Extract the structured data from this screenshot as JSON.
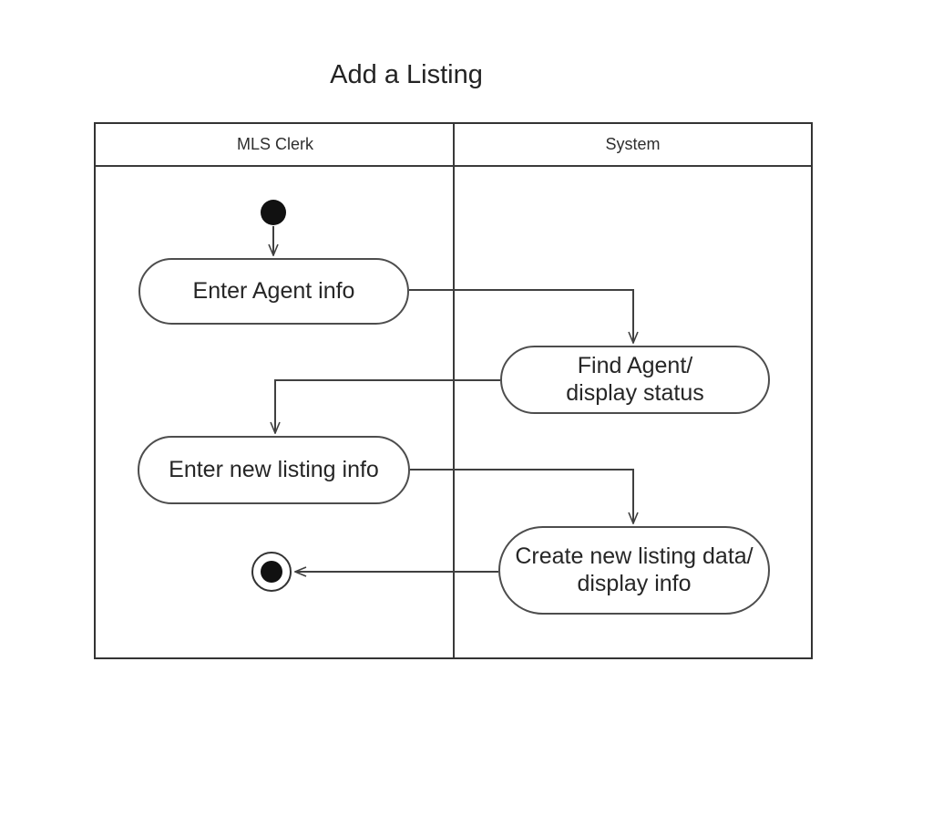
{
  "title": "Add a Listing",
  "swimlanes": [
    {
      "label": "MLS Clerk"
    },
    {
      "label": "System"
    }
  ],
  "nodes": {
    "initial": {
      "type": "initial-node",
      "lane": "MLS Clerk"
    },
    "enter_agent": {
      "label": "Enter Agent info",
      "lane": "MLS Clerk"
    },
    "find_agent": {
      "label": "Find Agent/\ndisplay status",
      "lane": "System"
    },
    "enter_new_listing": {
      "label": "Enter new listing info",
      "lane": "MLS Clerk"
    },
    "create_new_listing": {
      "label": "Create new listing data/\ndisplay info",
      "lane": "System"
    },
    "final": {
      "type": "final-node",
      "lane": "MLS Clerk"
    }
  },
  "edges": [
    {
      "from": "initial",
      "to": "enter_agent"
    },
    {
      "from": "enter_agent",
      "to": "find_agent"
    },
    {
      "from": "find_agent",
      "to": "enter_new_listing"
    },
    {
      "from": "enter_new_listing",
      "to": "create_new_listing"
    },
    {
      "from": "create_new_listing",
      "to": "final"
    }
  ],
  "colors": {
    "line": "#404040",
    "node_border": "#4d4d4d",
    "frame_border": "#333333",
    "text": "#262626",
    "background": "#ffffff"
  }
}
